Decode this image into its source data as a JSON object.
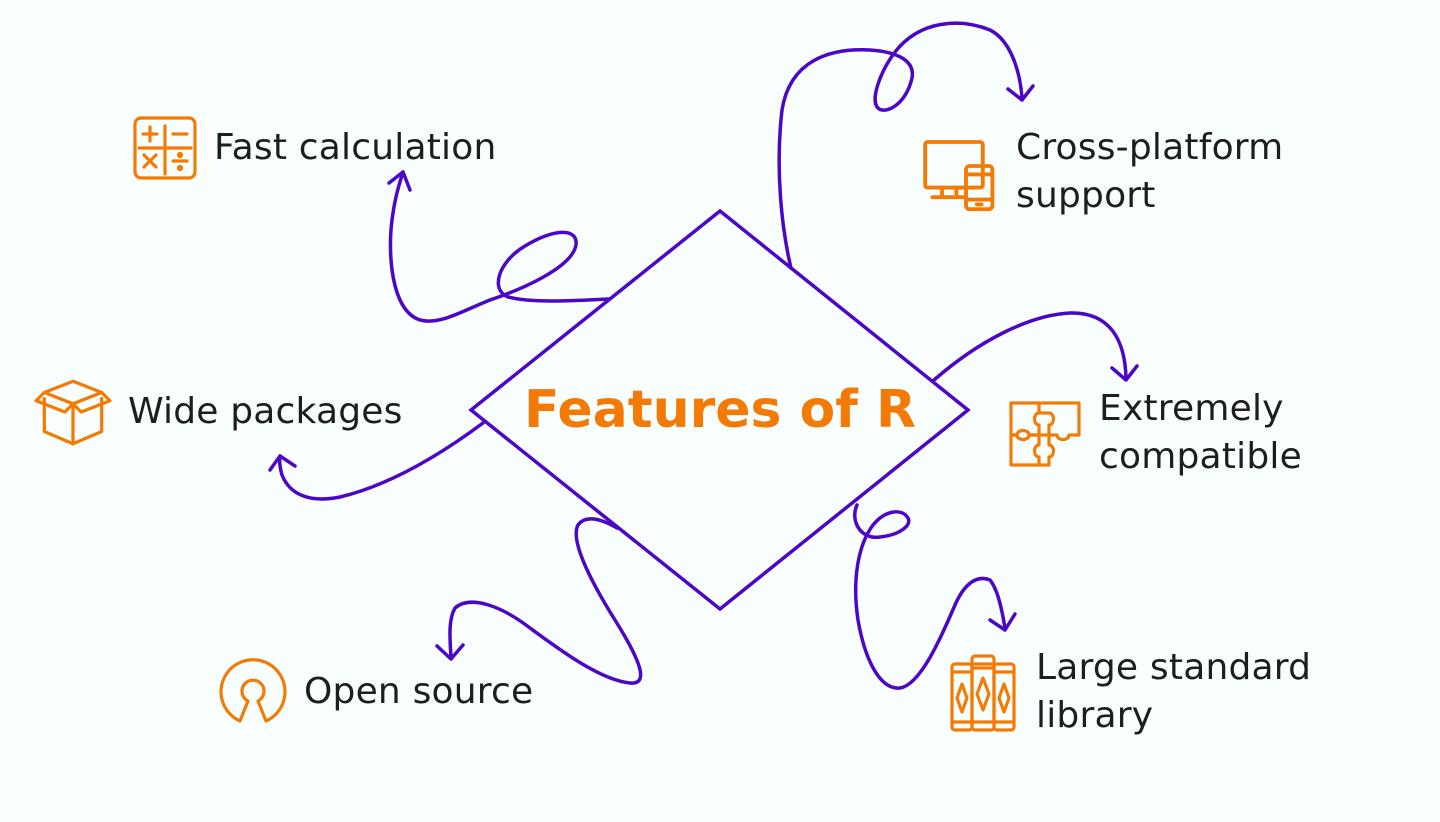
{
  "title": "Features of R",
  "colors": {
    "background": "#f8fffe",
    "accent": "#f47a06",
    "connector": "#4b06c8",
    "text": "#1e1e1e"
  },
  "features": [
    {
      "id": "fast-calculation",
      "label": "Fast calculation",
      "icon": "calculator-icon"
    },
    {
      "id": "cross-platform",
      "label": "Cross-platform\nsupport",
      "icon": "devices-icon"
    },
    {
      "id": "wide-packages",
      "label": "Wide packages",
      "icon": "box-icon"
    },
    {
      "id": "extremely-compatible",
      "label": "Extremely\ncompatible",
      "icon": "puzzle-icon"
    },
    {
      "id": "open-source",
      "label": "Open source",
      "icon": "open-source-icon"
    },
    {
      "id": "large-library",
      "label": "Large standard\nlibrary",
      "icon": "books-icon"
    }
  ]
}
